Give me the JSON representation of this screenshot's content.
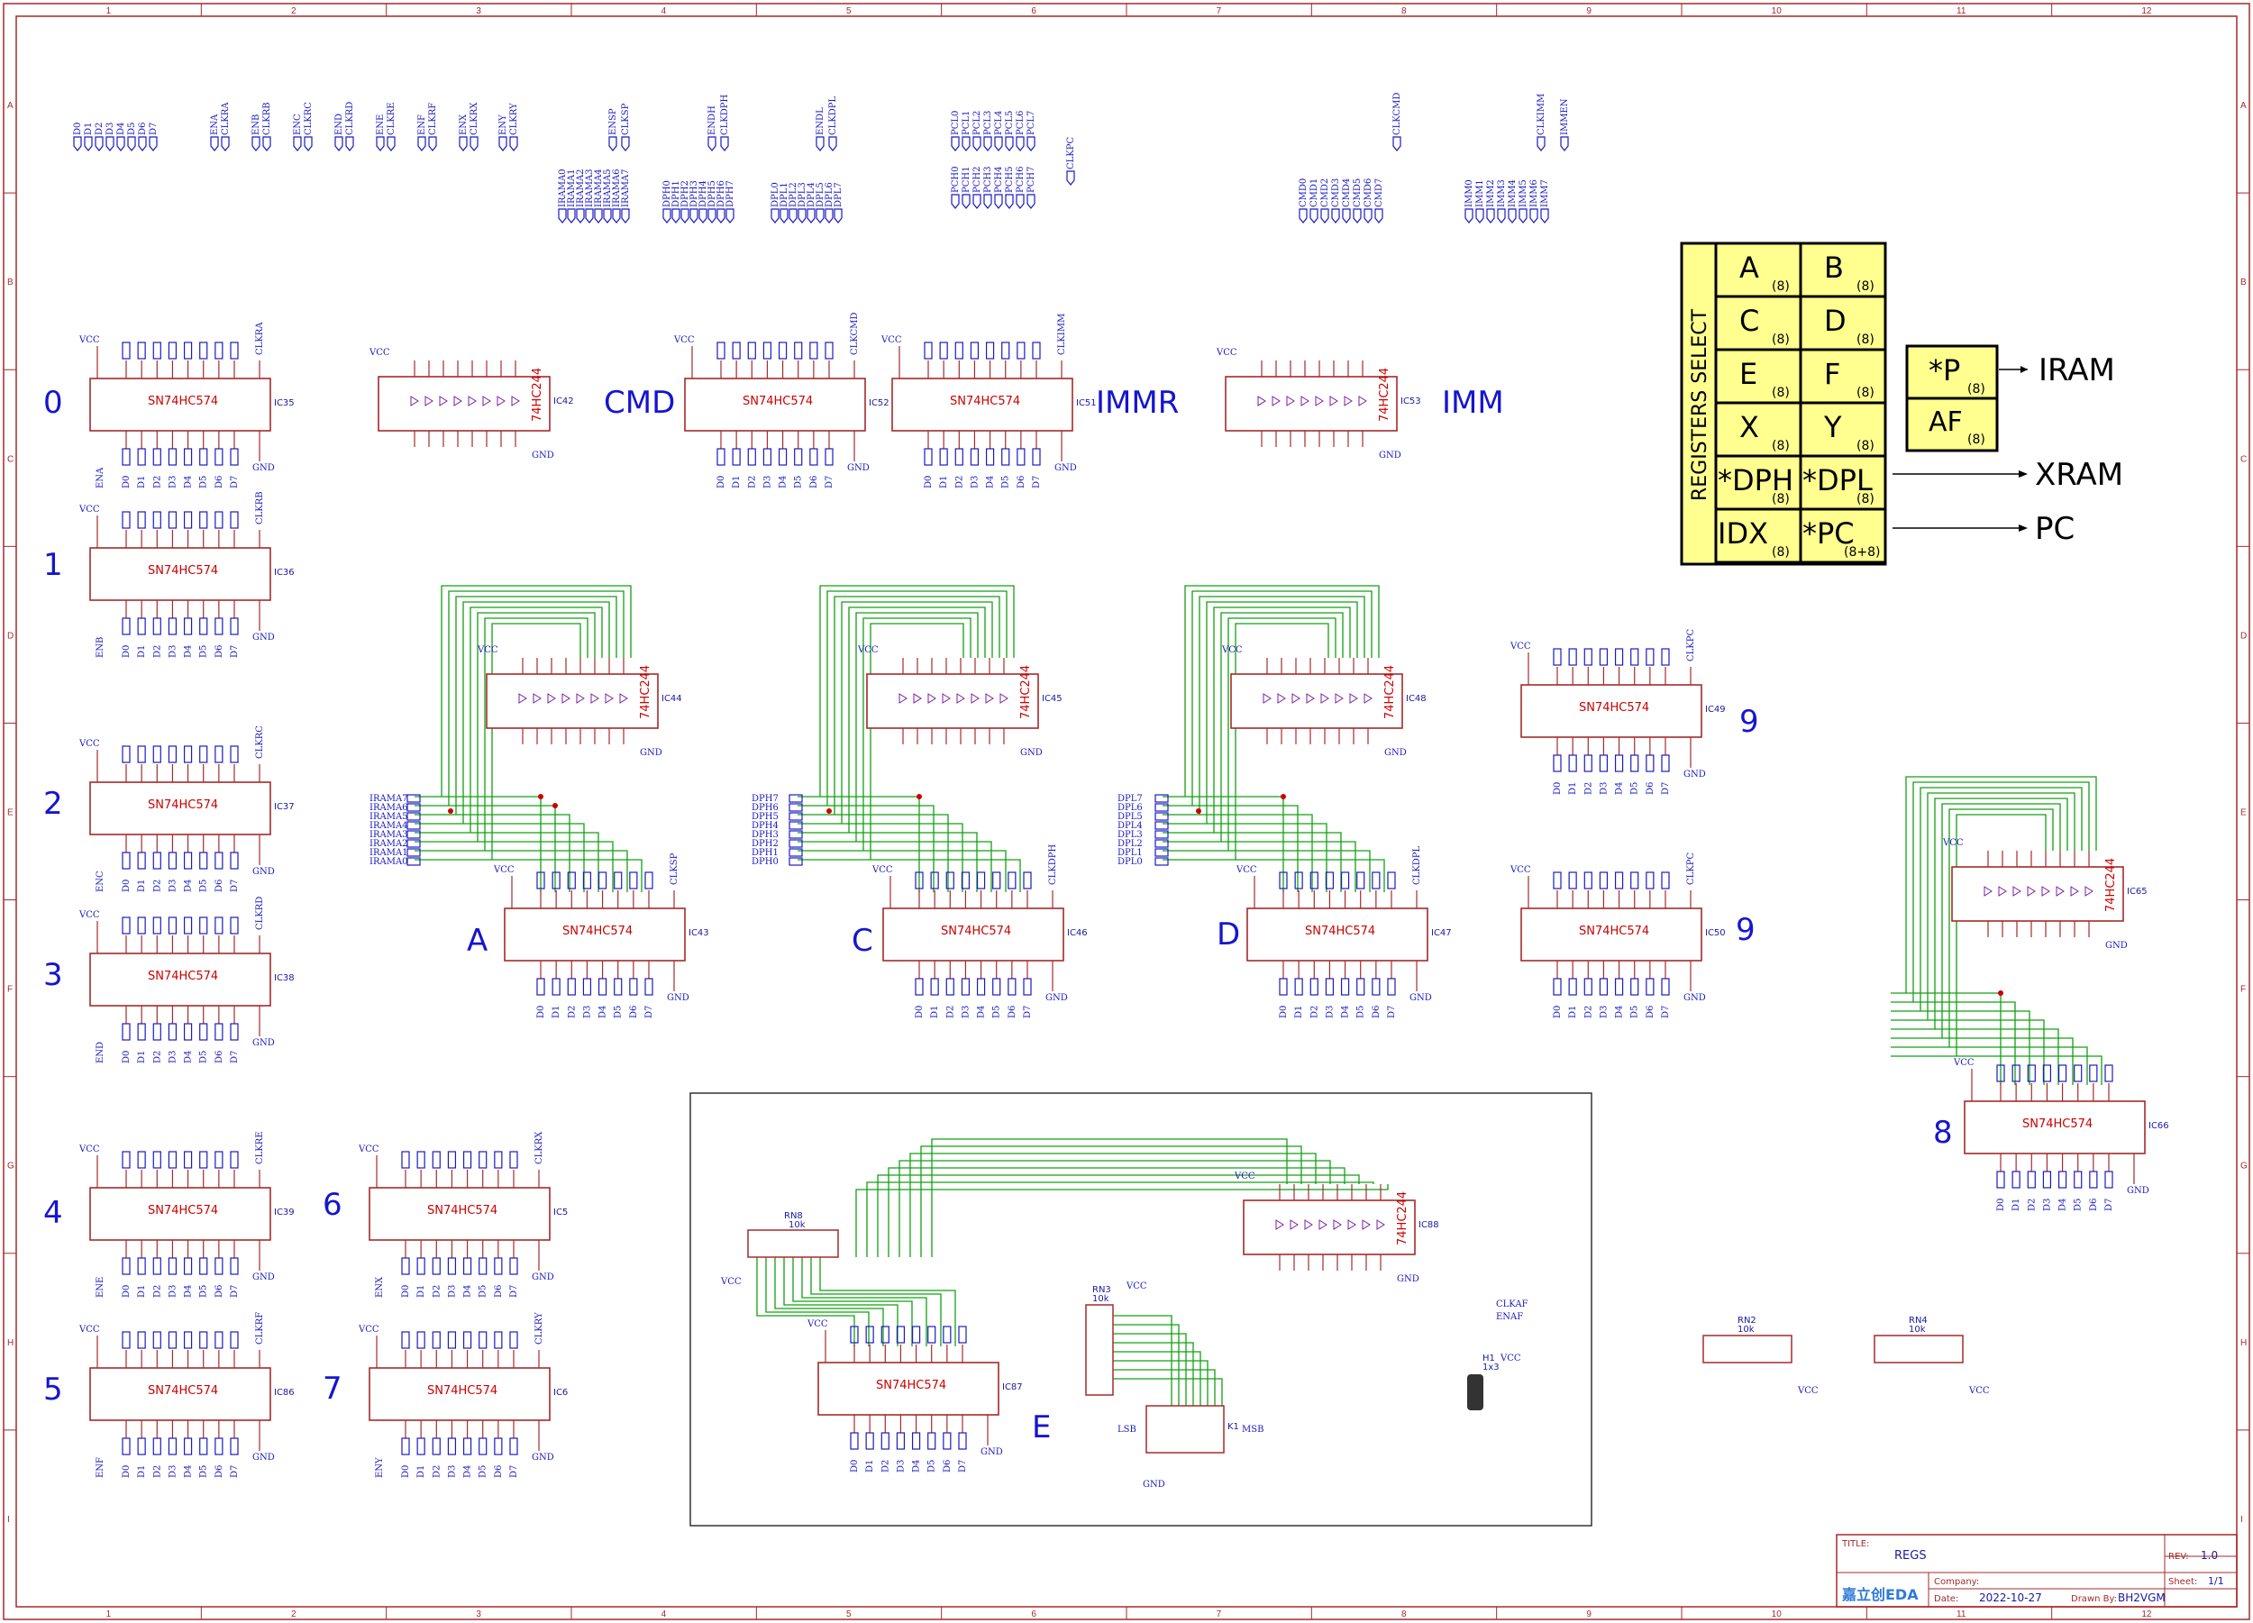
{
  "border": {
    "columns": [
      "1",
      "2",
      "3",
      "4",
      "5",
      "6",
      "7",
      "8",
      "9",
      "10",
      "11",
      "12"
    ],
    "rows": [
      "A",
      "B",
      "C",
      "D",
      "E",
      "F",
      "G",
      "H",
      "I"
    ]
  },
  "top_bus": {
    "group1": [
      "D0",
      "D1",
      "D2",
      "D3",
      "D4",
      "D5",
      "D6",
      "D7"
    ],
    "group2": [
      "ENA",
      "CLKRA",
      "ENB",
      "CLKRB",
      "ENC",
      "CLKRC",
      "END",
      "CLKRD",
      "ENE",
      "CLKRE",
      "ENF",
      "CLKRF",
      "ENX",
      "CLKRX",
      "ENY",
      "CLKRY"
    ],
    "group3": [
      "ENSP",
      "CLKSP"
    ],
    "group4": [
      "ENDH",
      "CLKDPH"
    ],
    "group5": [
      "ENDL",
      "CLKDPL"
    ],
    "group6": [
      "PCL0",
      "PCL1",
      "PCL2",
      "PCL3",
      "PCL4",
      "PCL5",
      "PCL6",
      "PCL7"
    ],
    "group7": [
      "CLKCMD"
    ],
    "group8": [
      "CLKIMM",
      "IMMEN"
    ],
    "group9": [
      "CLKPC"
    ],
    "bank_iram": [
      "IRAMA0",
      "IRAMA1",
      "IRAMA2",
      "IRAMA3",
      "IRAMA4",
      "IRAMA5",
      "IRAMA6",
      "IRAMA7"
    ],
    "bank_dph": [
      "DPH0",
      "DPH1",
      "DPH2",
      "DPH3",
      "DPH4",
      "DPH5",
      "DPH6",
      "DPH7"
    ],
    "bank_dpl": [
      "DPL0",
      "DPL1",
      "DPL2",
      "DPL3",
      "DPL4",
      "DPL5",
      "DPL6",
      "DPL7"
    ],
    "bank_pch": [
      "PCH0",
      "PCH1",
      "PCH2",
      "PCH3",
      "PCH4",
      "PCH5",
      "PCH6",
      "PCH7"
    ],
    "bank_cmd": [
      "CMD0",
      "CMD1",
      "CMD2",
      "CMD3",
      "CMD4",
      "CMD5",
      "CMD6",
      "CMD7"
    ],
    "bank_imm": [
      "IMM0",
      "IMM1",
      "IMM2",
      "IMM3",
      "IMM4",
      "IMM5",
      "IMM6",
      "IMM7"
    ]
  },
  "labels": {
    "reg0": "0",
    "reg1": "1",
    "reg2": "2",
    "reg3": "3",
    "reg4": "4",
    "reg5": "5",
    "reg6": "6",
    "reg7": "7",
    "reg8": "8",
    "reg9a": "9",
    "reg9b": "9",
    "cmd": "CMD",
    "immr": "IMMR",
    "imm": "IMM",
    "a": "A",
    "c": "C",
    "d": "D",
    "e": "E",
    "lsb": "LSB",
    "msb": "MSB"
  },
  "chips": {
    "part_574": "SN74HC574",
    "part_244": "74HC244",
    "vcc": "VCC",
    "gnd": "GND",
    "refs": {
      "ic35": "IC35",
      "ic36": "IC36",
      "ic37": "IC37",
      "ic38": "IC38",
      "ic39": "IC39",
      "ic86": "IC86",
      "ic5": "IC5",
      "ic6": "IC6",
      "ic42": "IC42",
      "ic52": "IC52",
      "ic51": "IC51",
      "ic53": "IC53",
      "ic44": "IC44",
      "ic43": "IC43",
      "ic45": "IC45",
      "ic46": "IC46",
      "ic48": "IC48",
      "ic47": "IC47",
      "ic49": "IC49",
      "ic50": "IC50",
      "ic65": "IC65",
      "ic66": "IC66",
      "ic87": "IC87",
      "ic88": "IC88"
    }
  },
  "register_table": {
    "side_label": "REGISTERS SELECT",
    "cells": [
      {
        "name": "A",
        "size": "(8)"
      },
      {
        "name": "B",
        "size": "(8)"
      },
      {
        "name": "C",
        "size": "(8)"
      },
      {
        "name": "D",
        "size": "(8)"
      },
      {
        "name": "E",
        "size": "(8)"
      },
      {
        "name": "F",
        "size": "(8)"
      },
      {
        "name": "X",
        "size": "(8)"
      },
      {
        "name": "Y",
        "size": "(8)"
      },
      {
        "name": "*DPH",
        "size": "(8)"
      },
      {
        "name": "*DPL",
        "size": "(8)"
      },
      {
        "name": "IDX",
        "size": "(8)"
      },
      {
        "name": "*PC",
        "size": "(8+8)"
      }
    ],
    "side_cells": [
      {
        "name": "*P",
        "size": "(8)"
      },
      {
        "name": "AF",
        "size": "(8)"
      }
    ],
    "arrows": {
      "iram": "IRAM",
      "xram": "XRAM",
      "pc": "PC"
    }
  },
  "misc": {
    "rn8": "RN8",
    "rn8_val": "10k",
    "rn3": "RN3",
    "rn3_val": "10k",
    "rn2": "RN2",
    "rn2_val": "10k",
    "rn4": "RN4",
    "rn4_val": "10k",
    "k1": "K1",
    "h1": "H1",
    "h1_pins": "1x3",
    "clkaf": "CLKAF",
    "enaf": "ENAF",
    "vcc": "VCC"
  },
  "title_block": {
    "title_label": "TITLE:",
    "title": "REGS",
    "rev_label": "REV:",
    "rev": "1.0",
    "company_label": "Company:",
    "sheet_label": "Sheet:",
    "sheet": "1/1",
    "date_label": "Date:",
    "date": "2022-10-27",
    "drawn_label": "Drawn By:",
    "drawn": "BH2VGM",
    "logo": "嘉立创EDA"
  }
}
